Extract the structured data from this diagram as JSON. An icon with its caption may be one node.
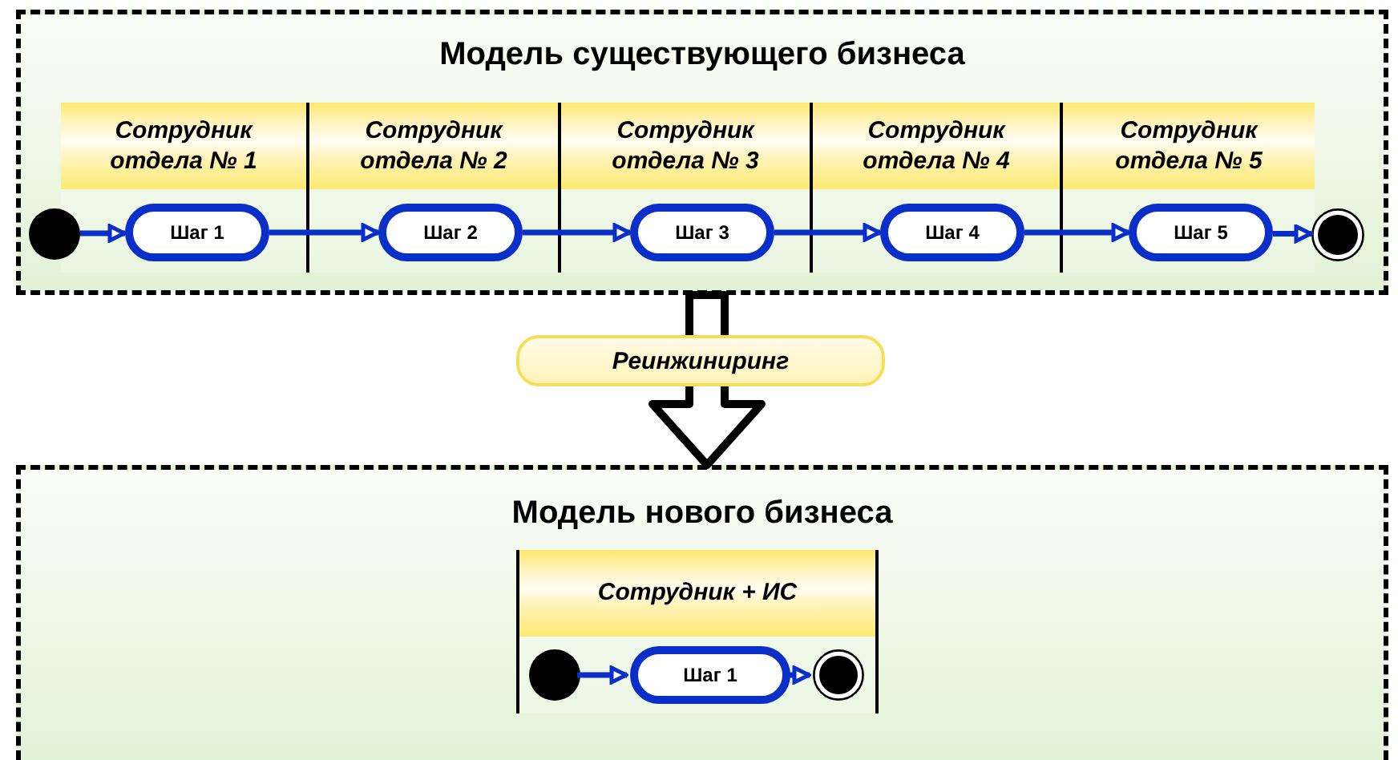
{
  "diagram": {
    "nodes": [
      {
        "text": [
          "Модель существующего бизнеса"
        ]
      },
      {
        "text": [
          "Сотрудник отдела № 1"
        ],
        "in": 0
      },
      {
        "text": [
          "Сотрудник отдела № 2"
        ],
        "in": 0
      },
      {
        "text": [
          "Сотрудник отдела № 3"
        ],
        "in": 0
      },
      {
        "text": [
          "Сотрудник отдела № 4"
        ],
        "in": 0
      },
      {
        "text": [
          "Сотрудник отдела № 5"
        ],
        "in": 0
      },
      {
        "text": [],
        "shape": "circle",
        "in": 0
      },
      {
        "text": [
          "Шаг 1"
        ],
        "in": 1
      },
      {
        "text": [
          "Шаг 2"
        ],
        "in": 2
      },
      {
        "text": [
          "Шаг 3"
        ],
        "in": 3
      },
      {
        "text": [
          "Шаг 4"
        ],
        "in": 4
      },
      {
        "text": [
          "Шаг 5"
        ],
        "in": 5
      },
      {
        "text": [],
        "shape": "circle",
        "in": 0
      },
      {
        "text": [
          "Модель нового бизнеса"
        ]
      },
      {
        "text": [
          "Сотрудник + ИС"
        ],
        "in": 13
      },
      {
        "text": [],
        "shape": "circle",
        "in": 14
      },
      {
        "text": [
          "Шаг 1"
        ],
        "in": 14
      },
      {
        "text": [],
        "shape": "circle",
        "in": 14
      }
    ],
    "edges": [
      {
        "from": 6,
        "to": 7,
        "arrow": "to"
      },
      {
        "from": 7,
        "to": 8,
        "arrow": "to"
      },
      {
        "from": 8,
        "to": 9,
        "arrow": "to"
      },
      {
        "from": 9,
        "to": 10,
        "arrow": "to"
      },
      {
        "from": 10,
        "to": 11,
        "arrow": "to"
      },
      {
        "from": 11,
        "to": 12,
        "arrow": "to"
      },
      {
        "from": 0,
        "to": 13,
        "arrow": "to",
        "label": "Реинжиниринг",
        "style": "thick",
        "color": "#000000"
      },
      {
        "from": 15,
        "to": 16,
        "arrow": "to"
      },
      {
        "from": 16,
        "to": 17,
        "arrow": "to"
      }
    ]
  }
}
